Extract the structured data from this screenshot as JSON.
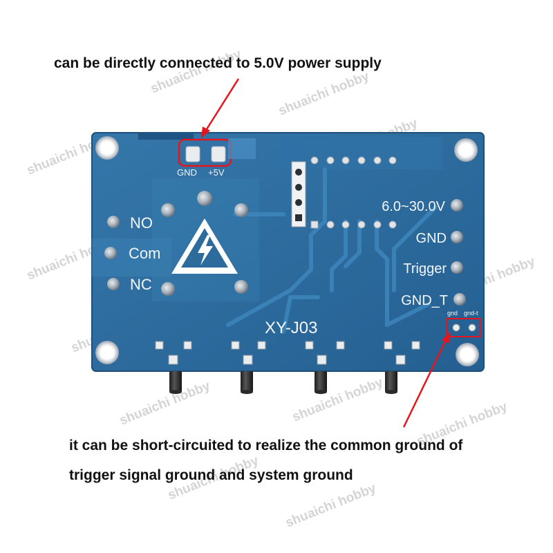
{
  "captions": {
    "top": "can be directly connected to 5.0V power supply",
    "bottom_line1": "it can be short-circuited to realize the common ground of",
    "bottom_line2": "trigger signal ground and system ground"
  },
  "board": {
    "model": "XY-J03",
    "pad_labels": {
      "gnd": "GND",
      "plus5v": "+5V"
    },
    "relay_terminals": [
      "NO",
      "Com",
      "NC"
    ],
    "right_terminals": [
      "6.0~30.0V",
      "GND",
      "Trigger",
      "GND_T"
    ],
    "jumper_labels": {
      "gnd": "gnd",
      "gnd_t": "gnd-t"
    }
  },
  "watermark": "shuaichi hobby",
  "colors": {
    "pcb": "#2d6b9c",
    "pcb_dark": "#23598a",
    "trace": "#3a7fb3",
    "arrow": "#e8141b",
    "highlight_box": "#e8141b",
    "silkscreen": "#f4f7fa"
  }
}
